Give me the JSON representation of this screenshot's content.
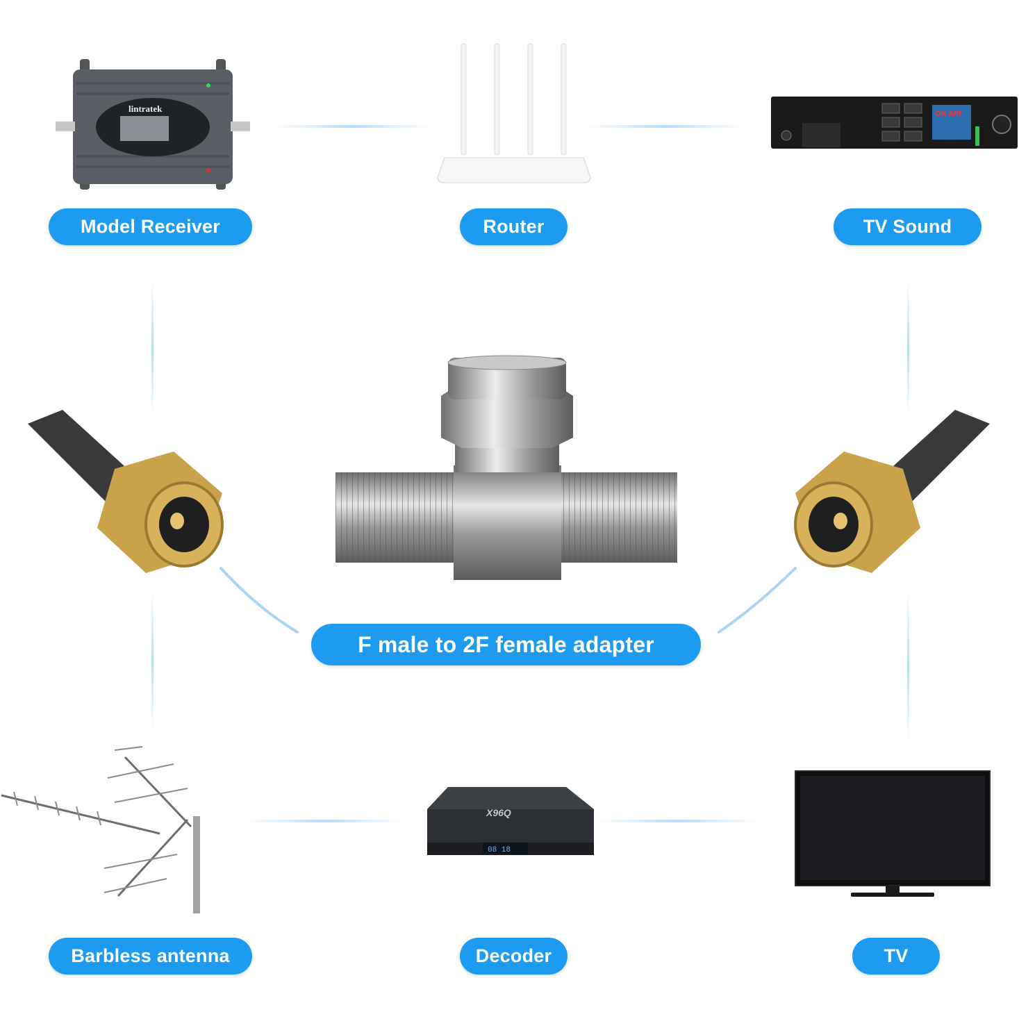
{
  "labels": {
    "model_receiver": "Model Receiver",
    "router": "Router",
    "tv_sound": "TV Sound",
    "adapter": "F male to 2F female adapter",
    "barbless_antenna": "Barbless antenna",
    "decoder": "Decoder",
    "tv": "TV"
  },
  "device_text": {
    "receiver_brand": "lintratek",
    "tv_sound_screen": "ON AIR",
    "decoder_brand": "X96Q",
    "decoder_display": "08 18"
  },
  "colors": {
    "accent": "#1d9bf0",
    "connector_line": "#b8dcf4",
    "gold": "#c9a24a",
    "metal": "#a8a8a8"
  }
}
